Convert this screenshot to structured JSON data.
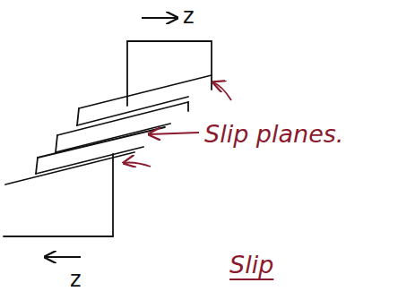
{
  "diagram": {
    "labels": [
      "z",
      "Slip planes.",
      "z",
      "Slip"
    ]
  }
}
